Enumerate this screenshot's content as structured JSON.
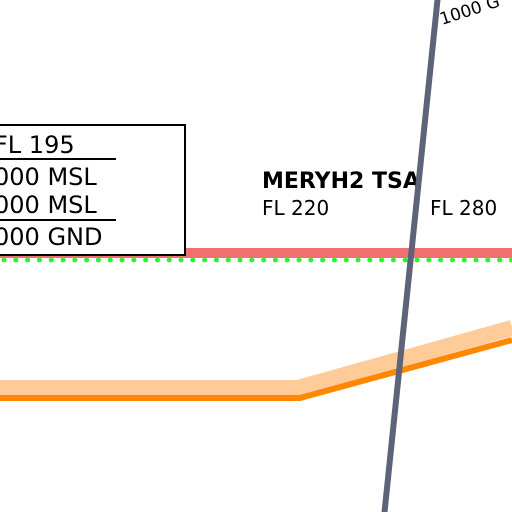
{
  "airspace_box": {
    "lines": [
      "FL 195",
      "000 MSL",
      "000 MSL",
      "000 GND"
    ]
  },
  "tsa": {
    "name": "MERYH2 TSA",
    "level_left": "FL 220",
    "level_right": "FL 280"
  },
  "route": {
    "label": "1000 G"
  },
  "colors": {
    "boundary_red": "#f07070",
    "boundary_green_dots": "#33ee33",
    "orange_line": "#ff8800",
    "orange_halo": "#ffcc99",
    "route_line": "#5d6379",
    "box_fill": "#ffffff",
    "box_stroke": "#000000"
  }
}
